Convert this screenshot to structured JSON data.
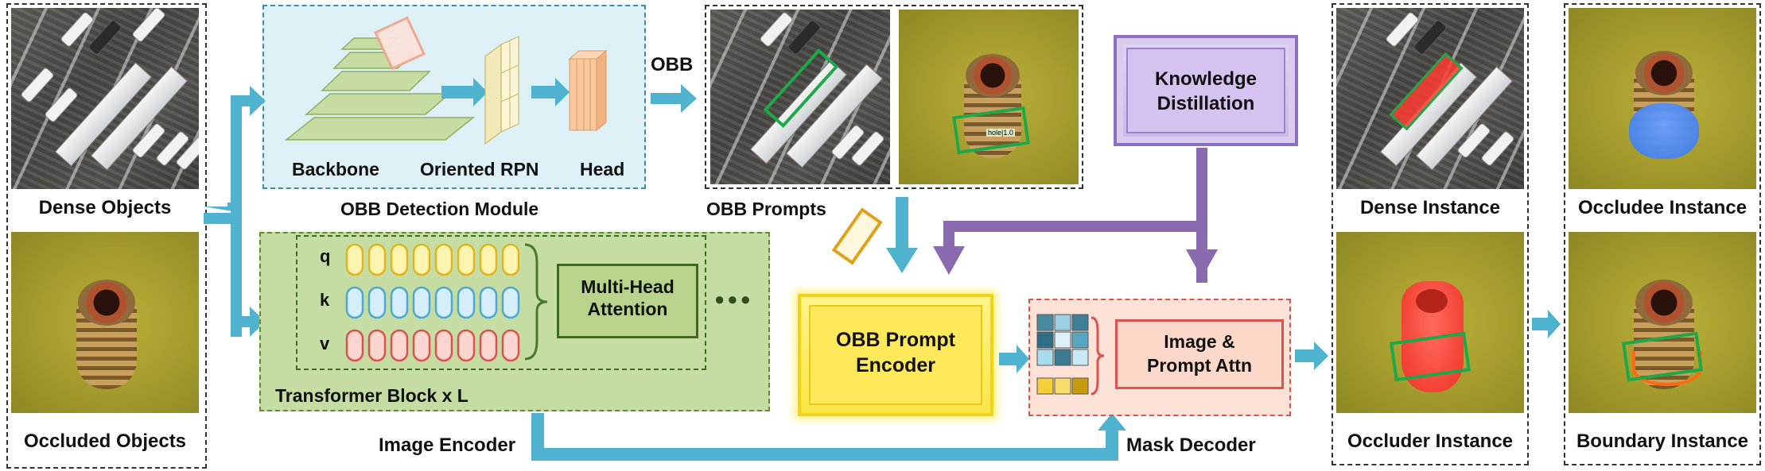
{
  "input": {
    "dense_label": "Dense Objects",
    "occluded_label": "Occluded Objects"
  },
  "obb_module": {
    "backbone": "Backbone",
    "rpn": "Oriented RPN",
    "head": "Head",
    "title": "OBB Detection Module",
    "arrow_label": "OBB"
  },
  "prompts": {
    "label": "OBB Prompts",
    "screw_tag": "hole|1.0"
  },
  "transformer": {
    "q": "q",
    "k": "k",
    "v": "v",
    "attention": "Multi-Head\nAttention",
    "dots": "●●●",
    "title": "Transformer Block x L"
  },
  "image_encoder_label": "Image Encoder",
  "knowledge_distillation": "Knowledge\nDistillation",
  "prompt_encoder": "OBB Prompt\nEncoder",
  "mask_decoder": {
    "attn": "Image &\nPrompt Attn",
    "label": "Mask Decoder"
  },
  "outputs": {
    "dense_instance": "Dense Instance",
    "occluder_instance": "Occluder Instance",
    "occludee_instance": "Occludee Instance",
    "boundary_instance": "Boundary Instance"
  },
  "colors": {
    "arrow_blue": "#4fb3cf",
    "arrow_purple": "#8a6bb0",
    "obb_green": "#1fa84a",
    "mask_red": "#ff3b30",
    "mask_blue": "#3a78e8"
  }
}
